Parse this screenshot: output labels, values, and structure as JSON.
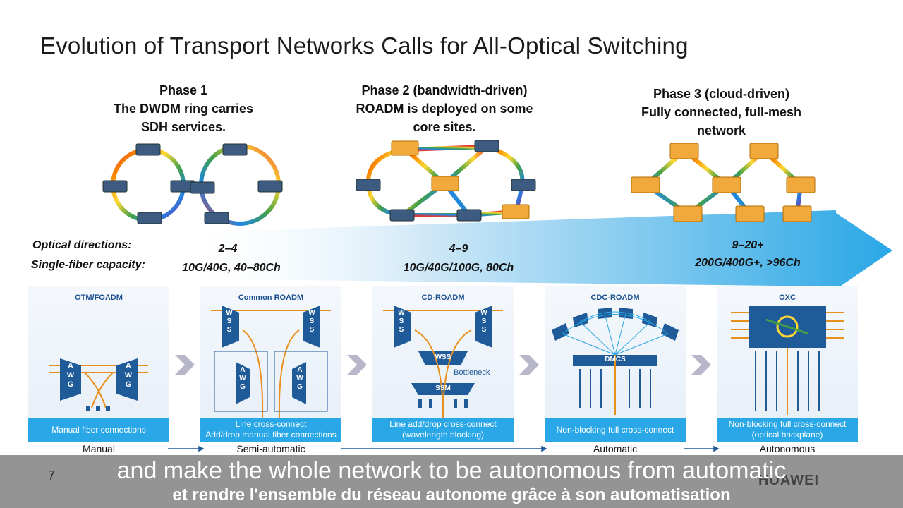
{
  "slide": {
    "title": "Evolution of Transport Networks Calls for All-Optical Switching",
    "number": "7"
  },
  "phases": [
    {
      "line1": "Phase 1",
      "line2": "The DWDM ring carries",
      "line3": "SDH services."
    },
    {
      "line1": "Phase 2 (bandwidth-driven)",
      "line2": "ROADM is deployed on some",
      "line3": "core sites."
    },
    {
      "line1": "Phase 3 (cloud-driven)",
      "line2": "Fully connected, full-mesh",
      "line3": "network"
    }
  ],
  "metrics": {
    "directions_label": "Optical directions:",
    "capacity_label": "Single-fiber capacity:",
    "values": [
      {
        "directions": "2–4",
        "capacity": "10G/40G, 40–80Ch"
      },
      {
        "directions": "4–9",
        "capacity": "10G/40G/100G, 80Ch"
      },
      {
        "directions": "9–20+",
        "capacity": "200G/400G+, >96Ch"
      }
    ]
  },
  "panels": [
    {
      "title": "OTM/FOADM",
      "caption1": "Manual fiber connections",
      "caption2": ""
    },
    {
      "title": "Common ROADM",
      "caption1": "Line cross-connect",
      "caption2": "Add/drop manual fiber connections"
    },
    {
      "title": "CD-ROADM",
      "caption1": "Line add/drop cross-connect",
      "caption2": "(wavelength blocking)"
    },
    {
      "title": "CDC-ROADM",
      "caption1": "Non-blocking full cross-connect",
      "caption2": ""
    },
    {
      "title": "OXC",
      "caption1": "Non-blocking full cross-connect",
      "caption2": "(optical backplane)"
    }
  ],
  "module_labels": {
    "wss": "WSS",
    "bottleneck": "Bottleneck",
    "ssm": "SSM",
    "dmcs": "DMCS",
    "awg": [
      "A",
      "W",
      "G"
    ],
    "wss_vertical": [
      "W",
      "S",
      "S"
    ]
  },
  "stages": [
    "Manual",
    "Semi-automatic",
    "Automatic",
    "Autonomous"
  ],
  "subtitles": {
    "en": "and make the whole network to be autonomous from automatic",
    "fr": "et rendre l'ensemble du réseau autonome grâce à son automatisation"
  },
  "logo_text": "HUAWEI",
  "colors": {
    "accent_blue": "#2aa7e6",
    "device_blue": "#1f5a99",
    "roadm_orange": "#f2a93b",
    "fiber_orange": "#e8901e"
  }
}
